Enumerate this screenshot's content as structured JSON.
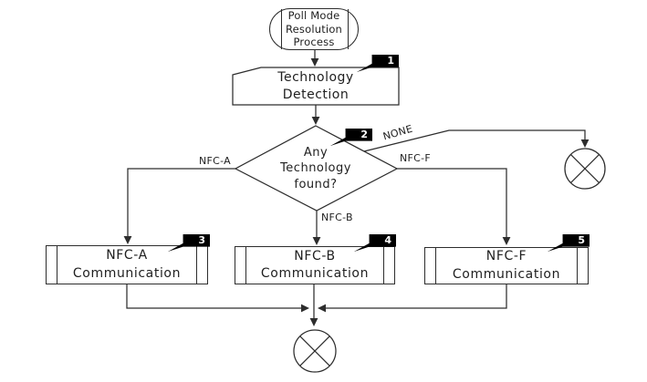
{
  "flowchart": {
    "start": {
      "line1": "Poll Mode",
      "line2": "Resolution",
      "line3": "Process"
    },
    "technology_detection": {
      "badge": "1",
      "line1": "Technology",
      "line2": "Detection"
    },
    "decision": {
      "badge": "2",
      "line1": "Any",
      "line2": "Technology",
      "line3": "found?"
    },
    "branch_labels": {
      "none": "NONE",
      "nfc_a": "NFC-A",
      "nfc_b": "NFC-B",
      "nfc_f": "NFC-F"
    },
    "nfc_a_comm": {
      "badge": "3",
      "line1": "NFC-A",
      "line2": "Communication"
    },
    "nfc_b_comm": {
      "badge": "4",
      "line1": "NFC-B",
      "line2": "Communication"
    },
    "nfc_f_comm": {
      "badge": "5",
      "line1": "NFC-F",
      "line2": "Communication"
    },
    "colors": {
      "line": "#2d2d2d",
      "text": "#1f1f1f",
      "badge_bg": "#000000",
      "badge_fg": "#ffffff",
      "background": "#ffffff"
    }
  }
}
